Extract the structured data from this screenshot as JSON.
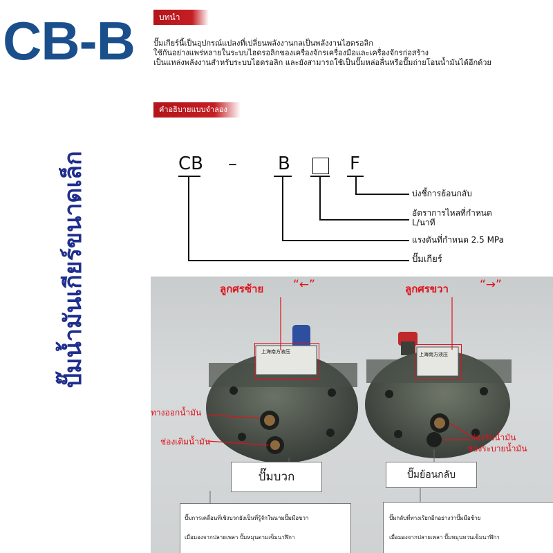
{
  "brand": "CB-B",
  "sidebar_text": "ปั๊มน้ำมันเกียร์ขนาดเล็ก",
  "intro": {
    "tag": "บทนำ",
    "lines": [
      "ปั๊มเกียร์นี้เป็นอุปกรณ์แปลงที่เปลี่ยนพลังงานกลเป็นพลังงานไฮดรอลิก",
      "ใช้กันอย่างแพร่หลายในระบบไฮดรอลิกของเครื่องจักรเครื่องมือและเครื่องจักรก่อสร้าง",
      "เป็นแหล่งพลังงานสำหรับระบบไฮดรอลิก และยังสามารถใช้เป็นปั๊มหล่อลื่นหรือปั๊มถ่ายโอนน้ำมันได้อีกด้วย"
    ]
  },
  "model": {
    "tag": "คำอธิบายแบบจำลอง",
    "parts": {
      "p1": "CB",
      "dash": "–",
      "p2": "B",
      "p4": "F"
    },
    "labels": {
      "reverse": "บ่งชี้การย้อนกลับ",
      "flow_1": "อัตราการไหลที่กำหนด",
      "flow_2": "L/นาที",
      "pressure": "แรงดันที่กำหนด 2.5 MPa",
      "gear_pump": "ปั๊มเกียร์"
    }
  },
  "photo": {
    "left_arrow_label": "ลูกศรซ้าย",
    "left_arrow_sym": "“←”",
    "right_arrow_label": "ลูกศรขวา",
    "right_arrow_sym": "“→”",
    "left_outlet": "ทางออกน้ำมัน",
    "left_inlet": "ช่องเติมน้ำมัน",
    "right_inlet": "ช่องรับน้ำมัน",
    "right_drain": "ช่องระบายน้ำมัน",
    "plate_left": "上海南方液压",
    "plate_right": "上海南方液压",
    "pos_title": "ปั๊มบวก",
    "pos_desc_1": "ปั๊มการเคลื่อนที่เชิงบวกยังเป็นที่รู้จักในนามปั๊มมือขวา",
    "pos_desc_2": "เมื่อมองจากปลายเพลา ปั๊มหมุนตามเข็มนาฬิกา",
    "rev_title": "ปั๊มย้อนกลับ",
    "rev_desc_1": "ปั๊มกลับที่ทางเรียกอีกอย่างว่าปั๊มมือซ้าย",
    "rev_desc_2": "เมื่อมองจากปลายเพลา ปั๊มหมุนทวนเข็มนาฬิกา"
  }
}
